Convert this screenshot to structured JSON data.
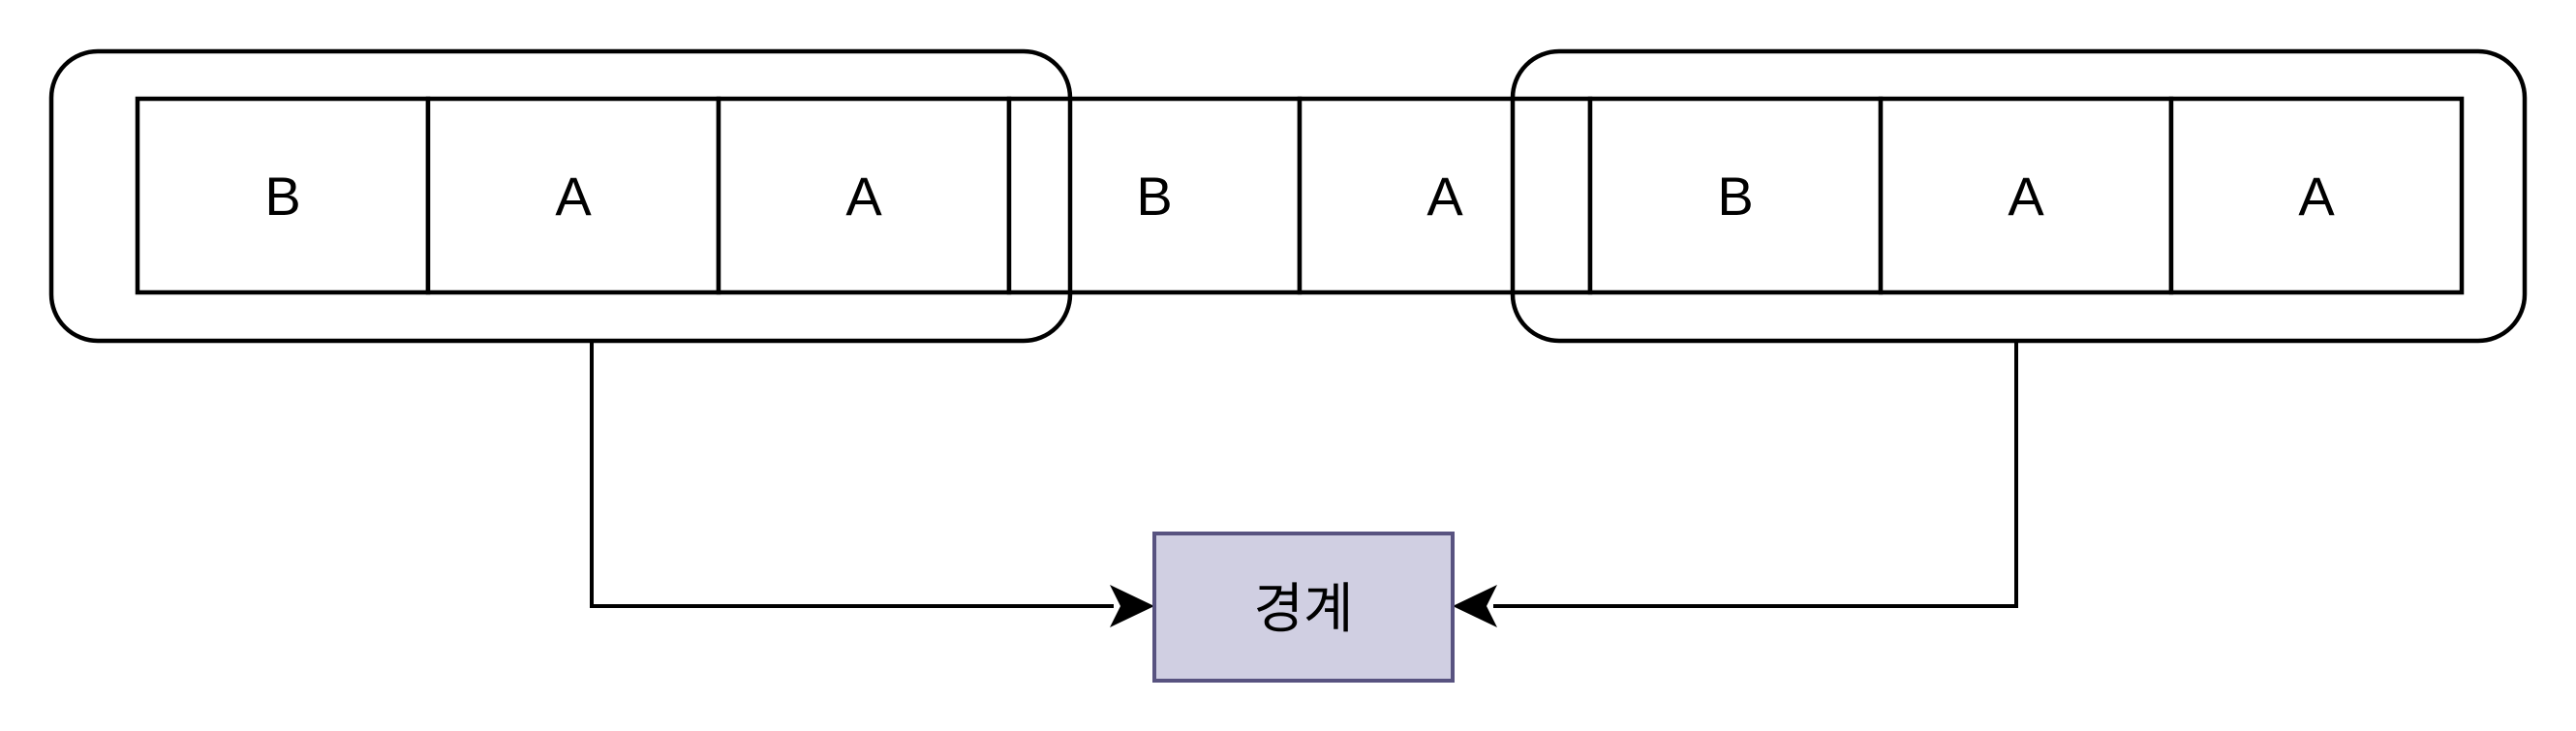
{
  "diagram": {
    "sequence": {
      "cells": [
        "B",
        "A",
        "A",
        "B",
        "A",
        "B",
        "A",
        "A"
      ]
    },
    "groups": {
      "left_label": "",
      "right_label": ""
    },
    "boundary_box": {
      "label": "경계",
      "fill_color": "#D0CFE2",
      "border_color": "#585380"
    },
    "colors": {
      "line": "#000000",
      "background": "#FFFFFF",
      "cell_fill": "#FFFFFF",
      "text": "#000000"
    }
  }
}
